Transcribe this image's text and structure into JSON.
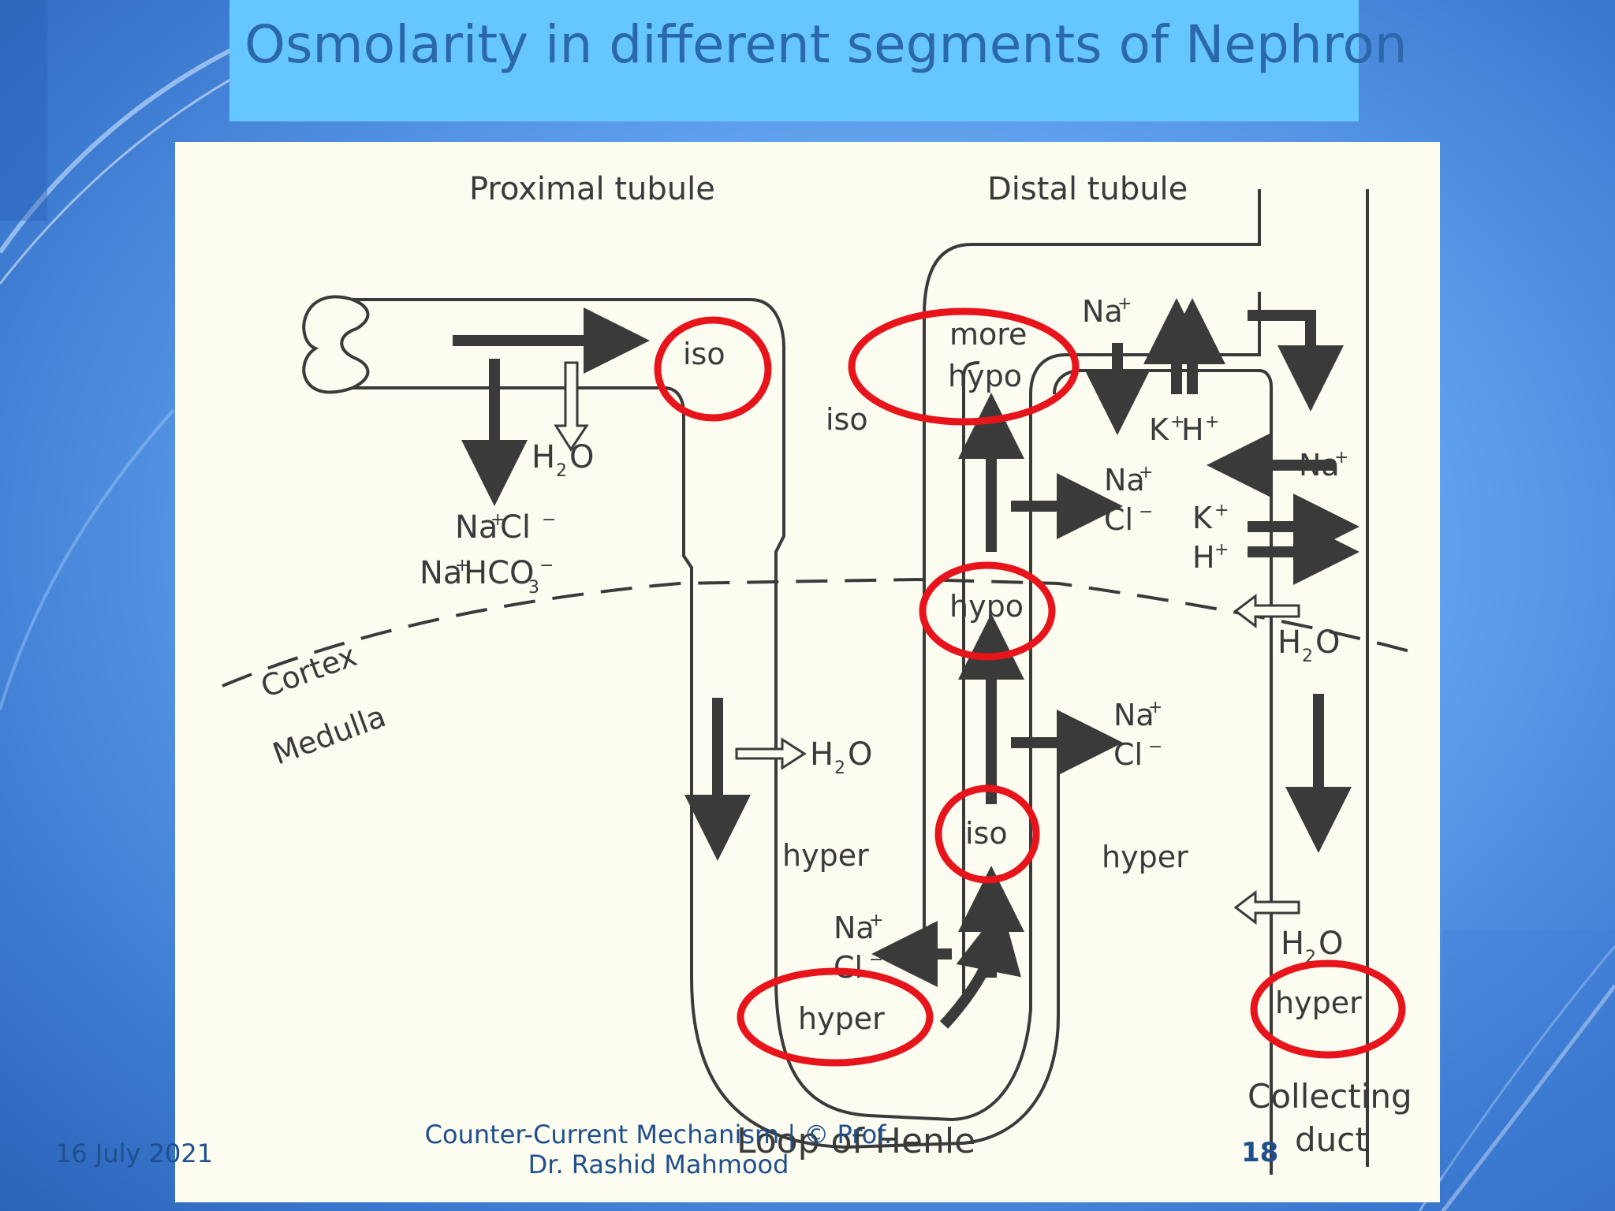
{
  "slide": {
    "title": "Osmolarity in different segments of Nephron",
    "footer_date": "16 July 2021",
    "footer_credit": "Counter-Current Mechanism | © Prof. Dr. Rashid Mahmood",
    "page_number": "18",
    "colors": {
      "title_bar": "#66c6ff",
      "title_text": "#2b68aa",
      "highlight_circle": "#e8141c",
      "figure_paper": "#fdfcf0"
    }
  },
  "diagram": {
    "labels": {
      "proximal_tubule": "Proximal tubule",
      "distal_tubule": "Distal tubule",
      "cortex": "Cortex",
      "medulla": "Medulla",
      "loop_of_henle": "Loop of Henle",
      "collecting": "Collecting",
      "duct": "duct"
    },
    "osmolarity": {
      "iso_proximal": "iso",
      "iso_interstitium": "iso",
      "more": "more",
      "hypo_top": "hypo",
      "hypo_mid": "hypo",
      "iso_ascending": "iso",
      "hyper_descending": "hyper",
      "hyper_bend": "hyper",
      "hyper_interstitium": "hyper",
      "hyper_collecting": "hyper"
    },
    "solutes": {
      "na": "Na",
      "cl": "Cl",
      "hco": "HCO",
      "h2o_h": "H",
      "h2o_o": "O",
      "sub_2": "2",
      "sub_3": "3",
      "k": "K",
      "h": "H",
      "plus": "+",
      "minus": "−"
    },
    "icons": [
      "solid-arrow-icon",
      "hollow-arrow-icon",
      "red-circle-highlight"
    ]
  }
}
